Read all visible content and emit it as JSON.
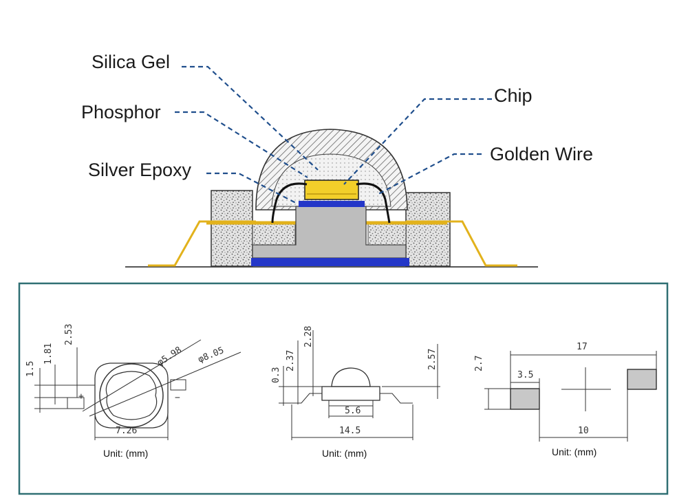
{
  "structure": {
    "labels": {
      "silica_gel": "Silica Gel",
      "phosphor": "Phosphor",
      "silver_epoxy": "Silver Epoxy",
      "chip": "Chip",
      "golden_wire": "Golden Wire"
    }
  },
  "drawings": {
    "top_view": {
      "dims": {
        "d1": "2.53",
        "d2": "1.81",
        "d3": "1.5",
        "dia_inner": "φ5.98",
        "dia_outer": "φ8.05",
        "width": "7.26"
      },
      "polarity": {
        "plus": "+",
        "minus": "−"
      },
      "unit": "Unit: (mm)"
    },
    "side_view": {
      "dims": {
        "h1": "2.28",
        "h2": "2.37",
        "h3": "0.3",
        "h4": "2.57",
        "w_inner": "5.6",
        "w_total": "14.5"
      },
      "unit": "Unit: (mm)"
    },
    "pad_view": {
      "dims": {
        "total": "17",
        "pad_w": "3.5",
        "pad_h": "2.7",
        "pitch": "10"
      },
      "unit": "Unit: (mm)"
    }
  },
  "colors": {
    "leader": "#1f4e8c",
    "panel_border": "#2f6f73",
    "gold": "#e2b21c",
    "blue": "#2437c8",
    "chip": "#f2cf2a"
  }
}
